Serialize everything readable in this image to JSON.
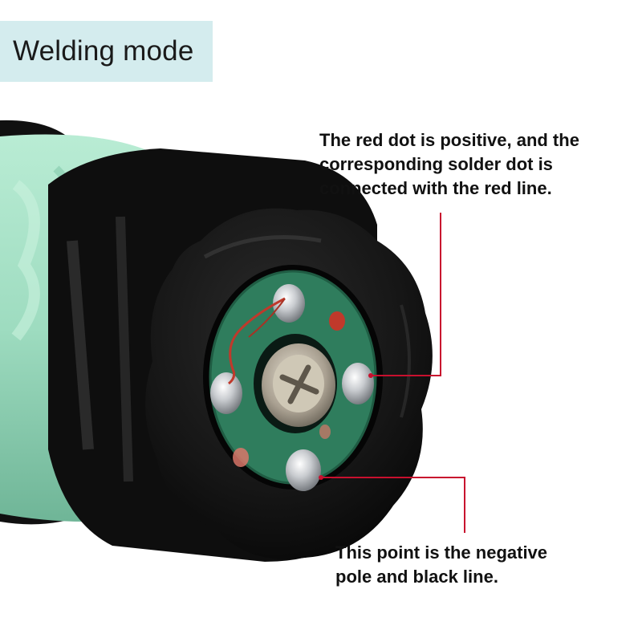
{
  "badge": {
    "label": "Welding mode"
  },
  "annotations": {
    "positive": {
      "lines": [
        "The red dot is positive, and the",
        "corresponding solder dot is",
        "connected with the red line."
      ]
    },
    "negative": {
      "lines": [
        "This point is the negative",
        "pole and black line."
      ]
    }
  },
  "colors": {
    "badge_bg": "#d4ecee",
    "leader_line": "#c8102e",
    "pcb": "#2f7d5d",
    "body_mint": "#a8e0c6",
    "rubber_cap": "#141414"
  }
}
